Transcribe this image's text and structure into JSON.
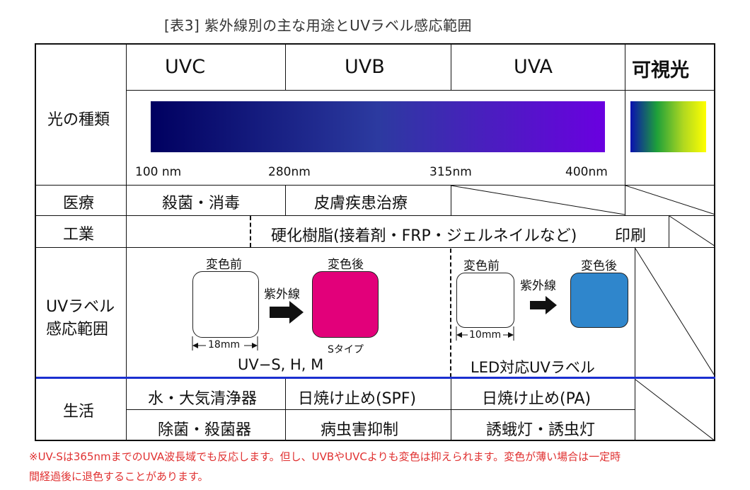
{
  "caption": "[表3] 紫外線別の主な用途とUVラベル感応範囲",
  "header": {
    "uvc": "UVC",
    "uvb": "UVB",
    "uva": "UVA",
    "visible": "可視光"
  },
  "rows": {
    "light_type": "光の種類",
    "medical": "医療",
    "industry": "工業",
    "uvlabel_line1": "UVラベル",
    "uvlabel_line2": "感応範囲",
    "life": "生活"
  },
  "wavelengths": {
    "w100": "100 nm",
    "w280": "280nm",
    "w315": "315nm",
    "w400": "400nm"
  },
  "medical": {
    "uvc": "殺菌・消毒",
    "uvb": "皮膚疾患治療"
  },
  "industry": {
    "text": "硬化樹脂(接着剤・FRP・ジェルネイルなど)",
    "print": "印刷"
  },
  "label_left": {
    "before": "変色前",
    "after": "変色後",
    "arrow_label": "紫外線",
    "size": "18mm",
    "type": "Sタイプ",
    "series": "UV−S, H, M",
    "after_color": "#e2007a"
  },
  "label_right": {
    "before": "変色前",
    "after": "変色後",
    "arrow_label": "紫外線",
    "size": "10mm",
    "series": "LED対応UVラベル",
    "after_color": "#2f86cc"
  },
  "life": {
    "r1_uvc": "水・大気清浄器",
    "r1_uvb": "日焼け止め(SPF)",
    "r1_uva": "日焼け止め(PA)",
    "r2_uvc": "除菌・殺菌器",
    "r2_uvb": "病虫害抑制",
    "r2_uva": "誘蛾灯・誘虫灯"
  },
  "note_line1": "※UV-Sは365nmまでのUVA波長域でも反応します。但し、UVBやUVCよりも変色は抑えられます。変色が薄い場合は一定時",
  "note_line2": "間経過後に退色することがあります。",
  "colors": {
    "divider_blue": "#1b2fd0",
    "note_red": "#e03030"
  }
}
